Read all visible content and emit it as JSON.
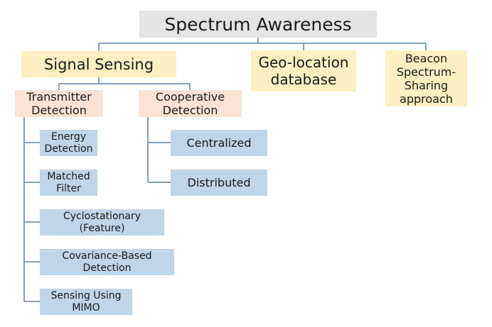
{
  "diagram": {
    "root": {
      "label": "Spectrum Awareness"
    },
    "level1": {
      "signal_sensing": "Signal Sensing",
      "geo_location": "Geo-location\ndatabase",
      "beacon": "Beacon\nSpectrum-\nSharing\napproach"
    },
    "level2": {
      "transmitter_detection": "Transmitter\nDetection",
      "cooperative_detection": "Cooperative\nDetection"
    },
    "transmitter_methods": [
      "Energy\nDetection",
      "Matched\nFilter",
      "Cyclostationary\n(Feature)",
      "Covariance-Based\nDetection",
      "Sensing Using\nMIMO"
    ],
    "cooperative_methods": [
      "Centralized",
      "Distributed"
    ]
  },
  "colors": {
    "root_fill": "#e4e4e4",
    "level1_fill": "#fdefc2",
    "level2_fill": "#fbe2d4",
    "leaf_fill": "#bed5ea",
    "connector": "#5b82a8"
  }
}
